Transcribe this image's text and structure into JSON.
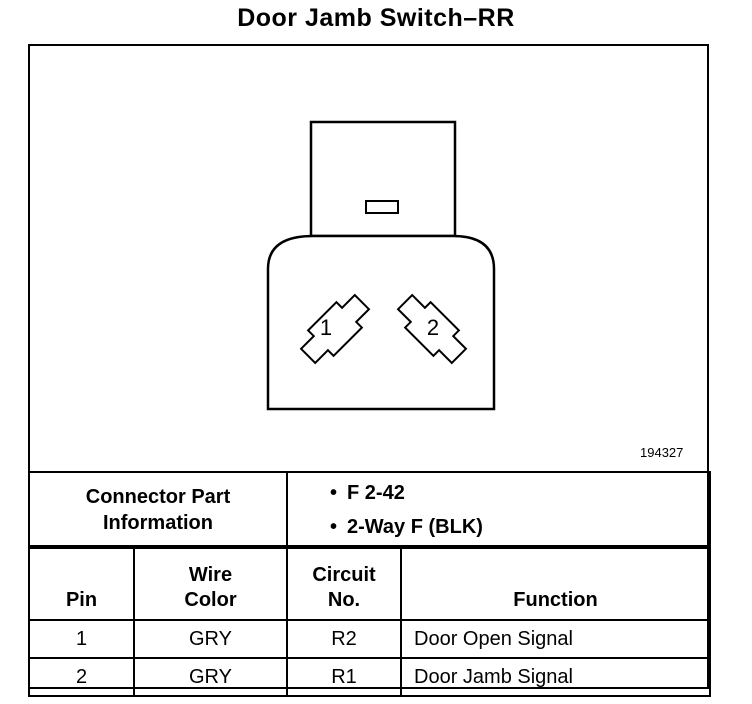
{
  "title": "Door Jamb Switch–RR",
  "diagram": {
    "reference_number": "194327",
    "pin_labels": [
      "1",
      "2"
    ]
  },
  "connector_info": {
    "label_line1": "Connector Part",
    "label_line2": "Information",
    "items": [
      "F 2-42",
      "2-Way F (BLK)"
    ]
  },
  "table": {
    "headers": {
      "pin": "Pin",
      "wire_color_line1": "Wire",
      "wire_color_line2": "Color",
      "circuit_line1": "Circuit",
      "circuit_line2": "No.",
      "function": "Function"
    },
    "rows": [
      {
        "pin": "1",
        "wire_color": "GRY",
        "circuit": "R2",
        "function": "Door Open Signal"
      },
      {
        "pin": "2",
        "wire_color": "GRY",
        "circuit": "R1",
        "function": "Door Jamb Signal"
      }
    ]
  }
}
